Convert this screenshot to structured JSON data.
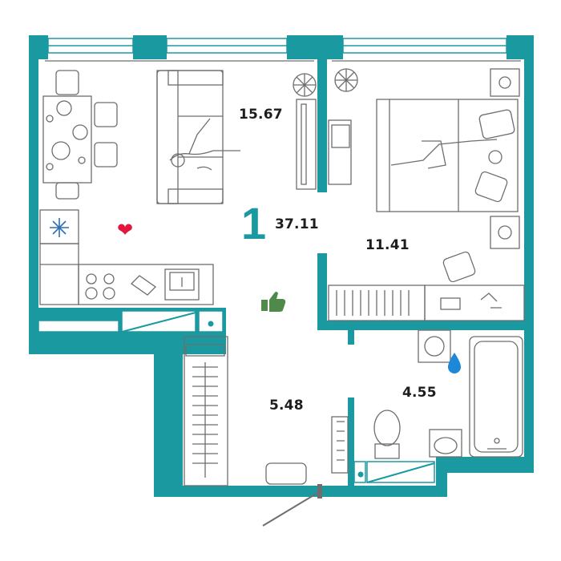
{
  "plan": {
    "total_area": "37.11",
    "room_count": "1",
    "rooms": {
      "living_kitchen": {
        "area": "15.67"
      },
      "bedroom": {
        "area": "11.41"
      },
      "bathroom": {
        "area": "4.55"
      },
      "hallway": {
        "area": "5.48"
      }
    },
    "icons": {
      "heart": "heart-icon",
      "thumbs_up": "thumbs-up-icon",
      "snowflake": "snowflake-icon",
      "water_drop": "water-drop-icon"
    },
    "colors": {
      "wall": "#1a9aa0",
      "line": "#6e6e6e",
      "heart": "#e3173e",
      "thumb": "#4f8a4b",
      "snow": "#2b6fb5",
      "drop": "#1e88d8"
    }
  }
}
